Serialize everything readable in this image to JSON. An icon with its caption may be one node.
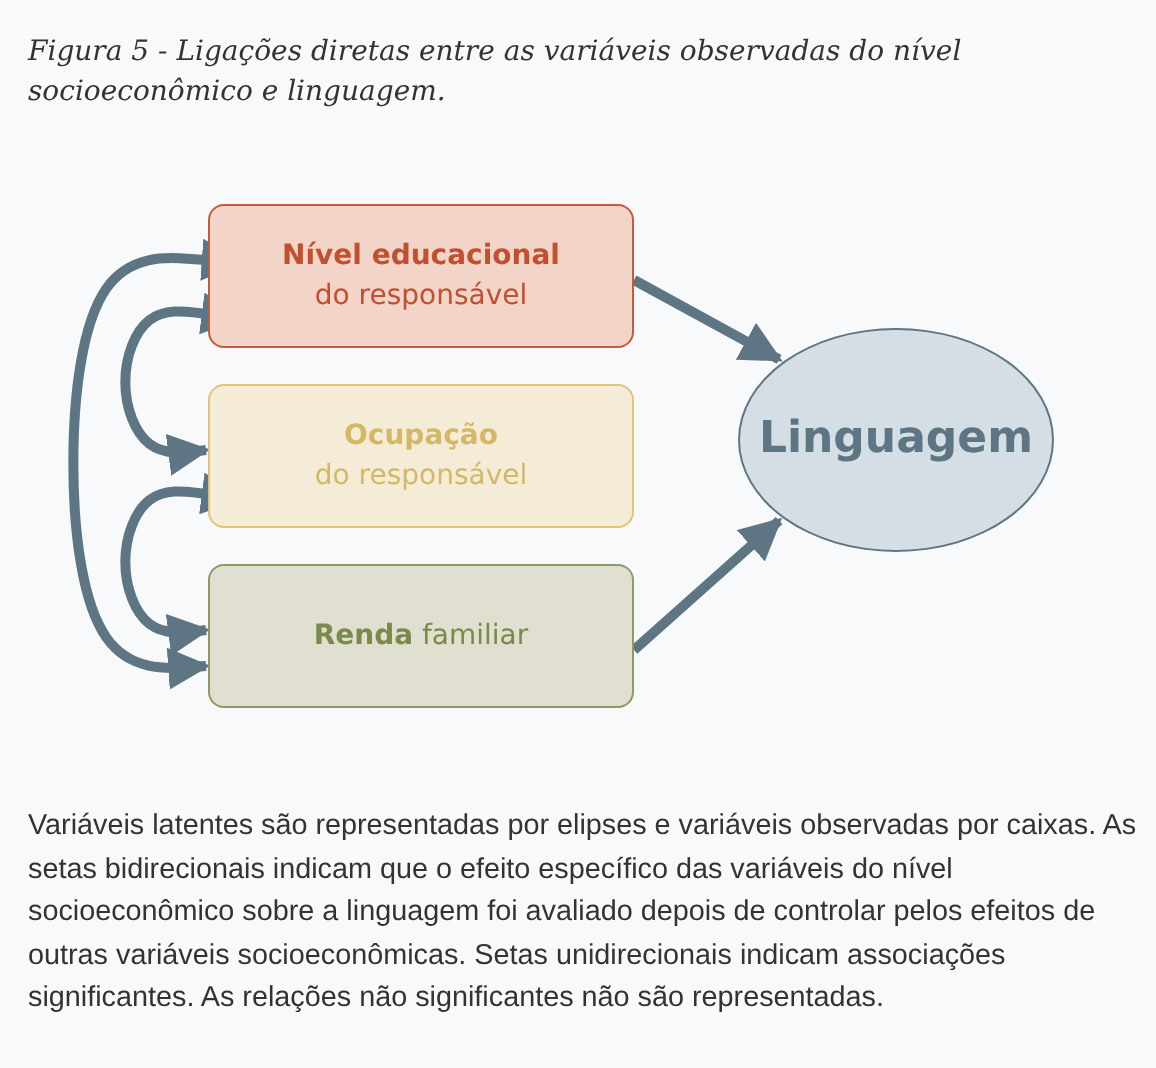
{
  "diagram": {
    "title": "Figura 5 - Ligações diretas entre as variáveis observadas do nível socioeconômico e linguagem.",
    "caption": "Variáveis latentes são representadas por elipses e variáveis observadas por caixas. As setas bidirecionais indicam que o efeito específico das variáveis do nível socioeconômico sobre a linguagem foi avaliado depois de controlar pelos efeitos de outras variáveis socioeconômicas. Setas unidirecionais indicam associações significantes. As relações não significantes não são representadas.",
    "nodes": [
      {
        "text": [
          "Nível educacional",
          "do responsável"
        ]
      },
      {
        "text": [
          "Ocupação",
          "do responsável"
        ]
      },
      {
        "text": [
          "**Renda** familiar"
        ]
      },
      {
        "text": [
          "Linguagem"
        ]
      }
    ],
    "edges": [
      {
        "from": 0,
        "to": 3,
        "arrow": "to"
      },
      {
        "from": 2,
        "to": 3,
        "arrow": "to"
      },
      {
        "from": 0,
        "to": 1,
        "arrow": "both"
      },
      {
        "from": 1,
        "to": 2,
        "arrow": "both"
      },
      {
        "from": 0,
        "to": 2,
        "arrow": "both"
      }
    ]
  }
}
